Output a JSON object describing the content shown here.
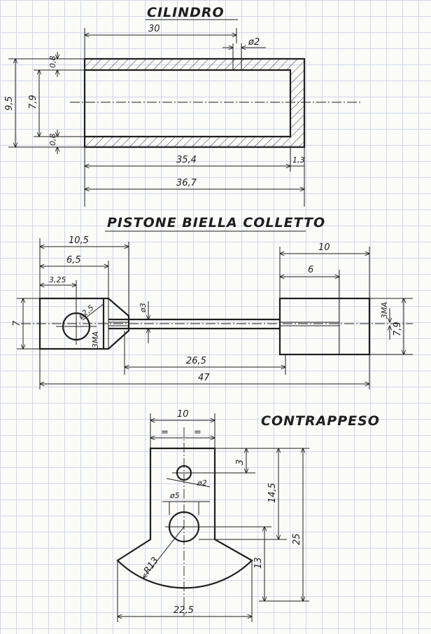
{
  "sections": {
    "cilindro": {
      "title": "CILINDRO",
      "dims": {
        "top_length": "30",
        "hole": "ø2",
        "height": "9,5",
        "bore": "7,9",
        "wall_top": "0,8",
        "wall_bottom": "0,8",
        "inner_length": "35,4",
        "end_wall": "1,3",
        "total_length": "36,7"
      }
    },
    "pistone": {
      "title": "PISTONE BIELLA COLLETTO",
      "dims": {
        "d10_5": "10,5",
        "d6_5": "6,5",
        "d3_25": "3,25",
        "d7": "7",
        "hole_d2_5": "ø2,5",
        "thread_left": "3MA",
        "rod_d3": "ø3",
        "d10": "10",
        "d6": "6",
        "thread_right": "3MA",
        "d7_9": "7,9",
        "d26_5": "26,5",
        "d47": "47"
      }
    },
    "contrappeso": {
      "title": "CONTRAPPESO",
      "dims": {
        "width": "10",
        "eq_left": "=",
        "eq_right": "=",
        "d3": "3",
        "hole_small": "ø2",
        "hole_large": "ø5",
        "d14_5": "14,5",
        "d25": "25",
        "radius": "R13",
        "d13": "13",
        "d22_5": "22,5"
      }
    }
  }
}
